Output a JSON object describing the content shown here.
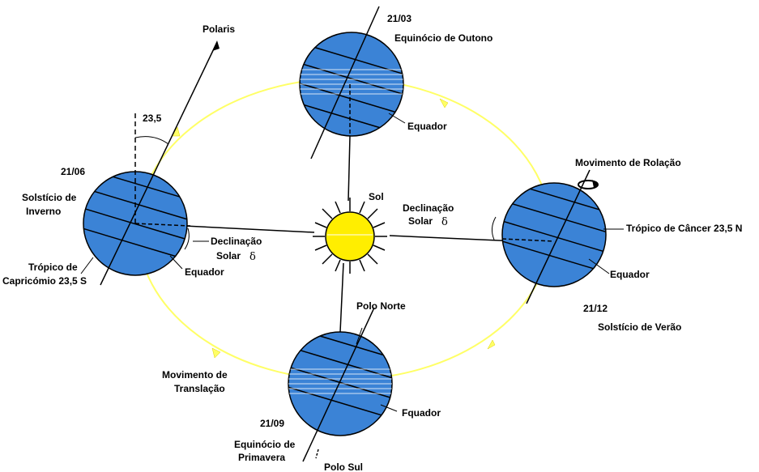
{
  "colors": {
    "orbit": "#ffff66",
    "earth": "#3b83d6",
    "earth_stroke": "#000000",
    "sun": "#ffee00",
    "background": "#ffffff"
  },
  "labels": {
    "polaris": "Polaris",
    "angle_23_5": "23,5",
    "date_2106": "21/06",
    "solsticio_inverno_1": "Solstício de",
    "solsticio_inverno_2": "Inverno",
    "tropico_capricornio_1": "Trópico de",
    "tropico_capricornio_2": "Capricómio 23,5 S",
    "equador_left": "Equador",
    "declinacao_left_1": "Declinação",
    "declinacao_left_2": "Solar",
    "delta_left": "δ",
    "date_2103": "21/03",
    "equinocio_outono": "Equinócio de Outono",
    "equador_top": "Equador",
    "sol": "Sol",
    "movimento_rotacao": "Movimento de Rolação",
    "declinacao_right_1": "Declinação",
    "declinacao_right_2": "Solar",
    "delta_right": "δ",
    "tropico_cancer": "Trópico de Câncer 23,5 N",
    "equador_right": "Equador",
    "date_2112": "21/12",
    "solsticio_verao": "Solstício de Verão",
    "polo_norte": "Polo Norte",
    "movimento_translacao_1": "Movimento de",
    "movimento_translacao_2": "Translação",
    "equador_bottom": "Fquador",
    "date_2109": "21/09",
    "equinocio_primavera_1": "Equinócio de",
    "equinocio_primavera_2": "Primavera",
    "polo_sul": "Polo Sul"
  }
}
